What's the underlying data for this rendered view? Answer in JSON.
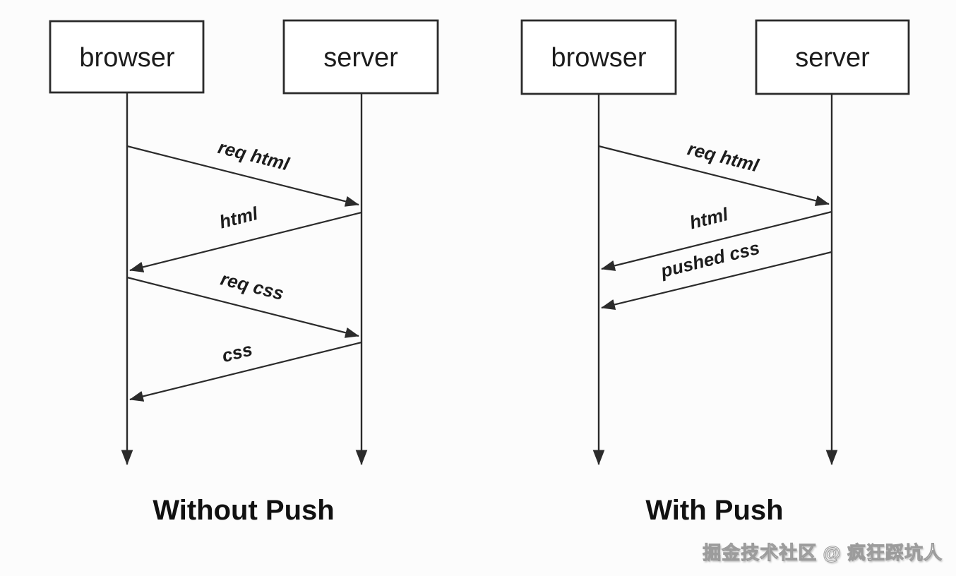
{
  "diagrams": [
    {
      "caption": "Without Push",
      "actors": {
        "left": "browser",
        "right": "server"
      },
      "messages": [
        {
          "label": "req html",
          "from": "browser",
          "to": "server"
        },
        {
          "label": "html",
          "from": "server",
          "to": "browser"
        },
        {
          "label": "req css",
          "from": "browser",
          "to": "server"
        },
        {
          "label": "css",
          "from": "server",
          "to": "browser"
        }
      ]
    },
    {
      "caption": "With Push",
      "actors": {
        "left": "browser",
        "right": "server"
      },
      "messages": [
        {
          "label": "req html",
          "from": "browser",
          "to": "server"
        },
        {
          "label": "html",
          "from": "server",
          "to": "browser"
        },
        {
          "label": "pushed css",
          "from": "server",
          "to": "browser"
        }
      ]
    }
  ],
  "watermark": "掘金技术社区 @ 疯狂踩坑人",
  "colors": {
    "line": "#2b2b2b",
    "background": "#fcfcfc",
    "text": "#1c1c1c"
  }
}
